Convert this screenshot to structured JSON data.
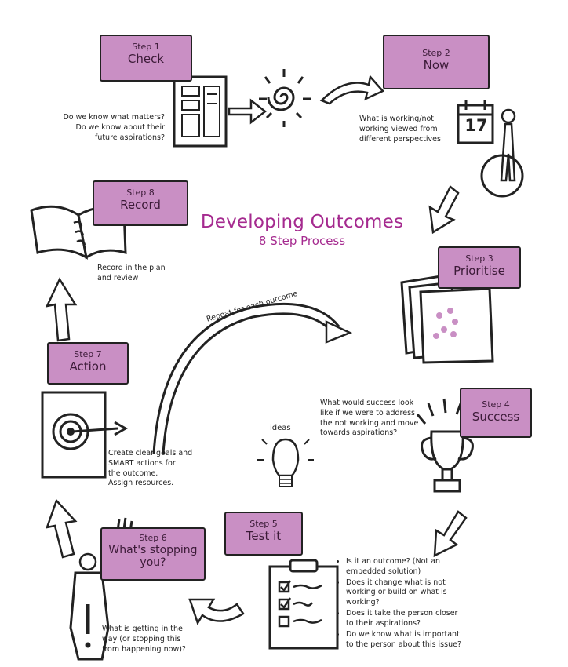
{
  "title": "Developing Outcomes",
  "subtitle": "8 Step Process",
  "repeat_label": "Repeat for each outcome",
  "ideas_label": "ideas",
  "calendar_day": "17",
  "steps": [
    {
      "number": "Step 1",
      "name": "Check",
      "note": [
        "Do we know what matters?",
        "Do we know about their",
        "future aspirations?"
      ]
    },
    {
      "number": "Step 2",
      "name": "Now",
      "note": [
        "What is working/not",
        "working viewed from",
        "different perspectives"
      ]
    },
    {
      "number": "Step 3",
      "name": "Prioritise",
      "note": []
    },
    {
      "number": "Step 4",
      "name": "Success",
      "note": [
        "What would success look",
        "like if we were to address",
        "the not working and move",
        "towards aspirations?"
      ]
    },
    {
      "number": "Step 5",
      "name": "Test it",
      "note": [
        "Is it an outcome? (Not an embedded solution)",
        "Does it change what is not working or build on what is working?",
        "Does it take the person closer to their aspirations?",
        "Do we know what is important to the person about this issue?"
      ]
    },
    {
      "number": "Step 6",
      "name": "What's stopping you?",
      "note": [
        "What is getting in the",
        "way (or stopping this",
        "from happening now)?"
      ]
    },
    {
      "number": "Step 7",
      "name": "Action",
      "note": [
        "Create clear goals and",
        "SMART actions for",
        "the outcome.",
        "Assign resources."
      ]
    },
    {
      "number": "Step 8",
      "name": "Record",
      "note": [
        "Record in the plan",
        "and review"
      ]
    }
  ],
  "colors": {
    "bubble": "#c98fc4",
    "title": "#a52a8f",
    "dots": "#c98fc4",
    "ink": "#222222"
  }
}
